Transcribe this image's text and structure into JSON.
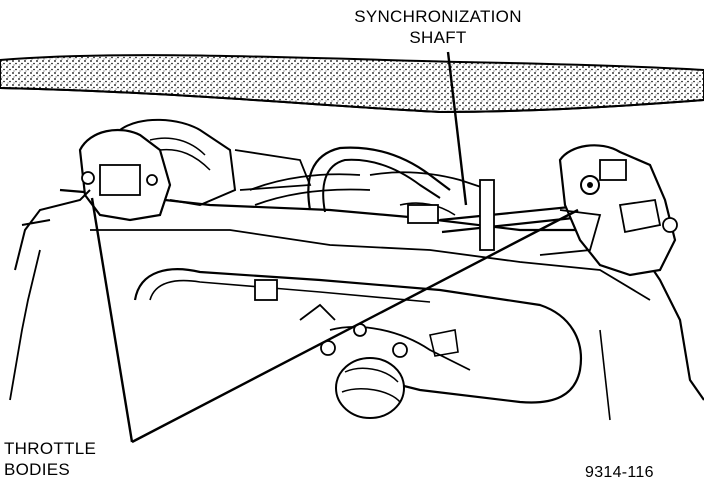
{
  "labels": {
    "synchronization_line1": "SYNCHRONIZATION",
    "synchronization_line2": "SHAFT",
    "throttle_line1": "THROTTLE",
    "throttle_line2": "BODIES",
    "figure_number": "9314-116"
  },
  "colors": {
    "ink": "#000000",
    "paper": "#ffffff"
  }
}
